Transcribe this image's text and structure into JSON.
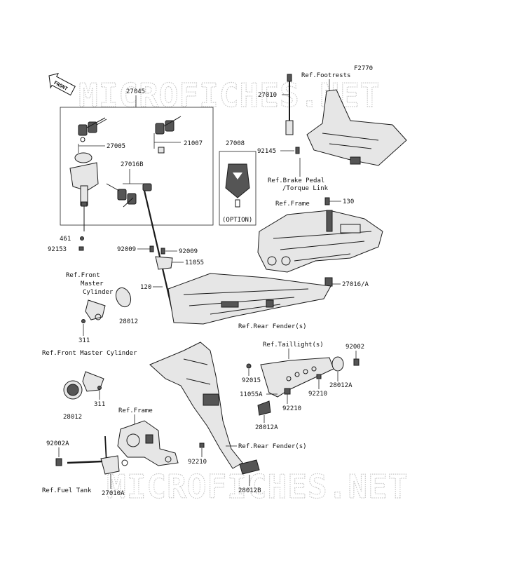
{
  "diagram": {
    "code": "F2770",
    "front_arrow": "FRONT",
    "watermark": "MICROFICHES.NET",
    "option_label": "(OPTION)",
    "labels": {
      "p27045": "27045",
      "p27005": "27005",
      "p21007": "21007",
      "p27016B": "27016B",
      "p461": "461",
      "p92153": "92153",
      "p27008": "27008",
      "p27010": "27010",
      "ref_footrests": "Ref.Footrests",
      "p92145": "92145",
      "ref_brake_1": "Ref.Brake Pedal",
      "ref_brake_2": "/Torque Link",
      "ref_frame_top": "Ref.Frame",
      "p130": "130",
      "p92009a": "92009",
      "p92009b": "92009",
      "p11055": "11055",
      "ref_front_master_1": "Ref.Front",
      "ref_front_master_2": "Master",
      "ref_front_master_3": "Cylinder",
      "p120": "120",
      "p27016A": "27016/A",
      "p28012a": "28012",
      "p311a": "311",
      "ref_rear_fender_top": "Ref.Rear Fender(s)",
      "ref_front_master_cyl": "Ref.Front Master Cylinder",
      "ref_taillight": "Ref.Taillight(s)",
      "p92002": "92002",
      "p92015": "92015",
      "p28012A_right": "28012A",
      "p11055A": "11055A",
      "p92210a": "92210",
      "p92210b": "92210",
      "p28012b": "28012",
      "p311b": "311",
      "ref_frame_bottom": "Ref.Frame",
      "p28012A_bottom": "28012A",
      "p92002A": "92002A",
      "ref_rear_fender_bottom": "Ref.Rear Fender(s)",
      "p92210c": "92210",
      "ref_fuel_tank": "Ref.Fuel Tank",
      "p27010A": "27010A",
      "p28012B": "28012B"
    }
  }
}
